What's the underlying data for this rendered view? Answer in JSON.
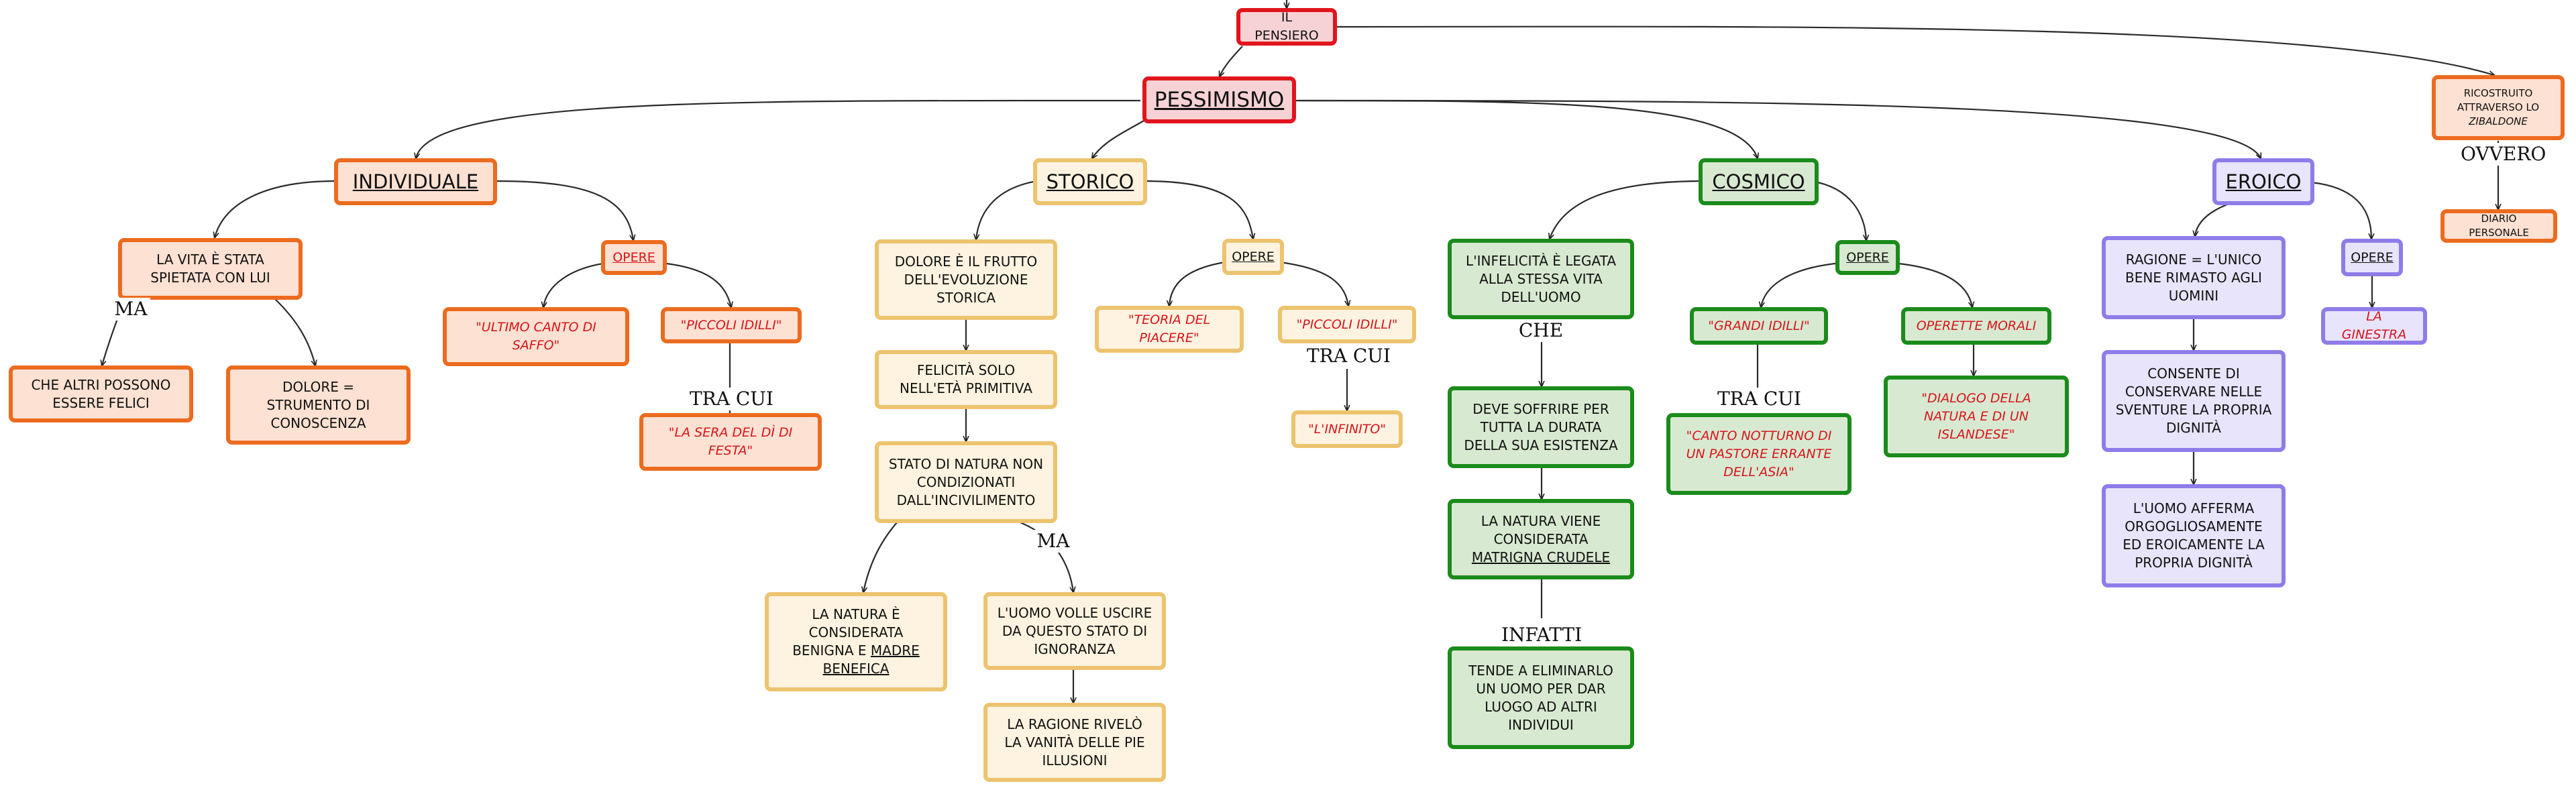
{
  "diagram": {
    "nodes": {
      "pensiero": {
        "text": "IL PENSIERO"
      },
      "pessimismo": {
        "text": "PESSIMISMO"
      },
      "ricostruito": {
        "line1": "RICOSTRUITO",
        "line2": "ATTRAVERSO LO",
        "line3": "ZIBALDONE"
      },
      "diario": {
        "text": "DIARIO PERSONALE"
      },
      "individuale": {
        "text": "INDIVIDUALE"
      },
      "storico": {
        "text": "STORICO"
      },
      "cosmico": {
        "text": "COSMICO"
      },
      "eroico": {
        "text": "EROICO"
      },
      "vita_spietata": {
        "text": "LA VITA È STATA SPIETATA CON LUI"
      },
      "opere_ind": {
        "text": "OPERE"
      },
      "altri_felici": {
        "text": "CHE ALTRI POSSONO ESSERE FELICI"
      },
      "dolore_strumento": {
        "text": "DOLORE = STRUMENTO DI CONOSCENZA"
      },
      "saffo": {
        "text": "\"ULTIMO CANTO DI SAFFO\""
      },
      "piccoli_ind": {
        "text": "\"PICCOLI IDILLI\""
      },
      "sera": {
        "text": "\"LA SERA DEL DÌ DI FESTA\""
      },
      "dolore_frutto": {
        "text": "DOLORE È IL FRUTTO DELL'EVOLUZIONE STORICA"
      },
      "felicita": {
        "text": "FELICITÀ SOLO NELL'ETÀ PRIMITIVA"
      },
      "stato_natura": {
        "text": "STATO DI NATURA NON CONDIZIONATI DALL'INCIVILIMENTO"
      },
      "natura_benigna": {
        "pre": "LA NATURA È CONSIDERATA BENIGNA E ",
        "u": "MADRE BENEFICA"
      },
      "uomo_uscire": {
        "text": "L'UOMO VOLLE USCIRE DA QUESTO STATO DI IGNORANZA"
      },
      "ragione_rivelo": {
        "text": "LA RAGIONE RIVELÒ LA VANITÀ DELLE PIE ILLUSIONI"
      },
      "opere_sto": {
        "text": "OPERE"
      },
      "teoria": {
        "text": "\"TEORIA DEL PIACERE\""
      },
      "piccoli_sto": {
        "text": "\"PICCOLI IDILLI\""
      },
      "infinito": {
        "text": "\"L'INFINITO\""
      },
      "infelicita": {
        "text": "L'INFELICITÀ È LEGATA ALLA STESSA VITA DELL'UOMO"
      },
      "soffrire": {
        "text": "DEVE SOFFRIRE PER TUTTA LA DURATA DELLA SUA ESISTENZA"
      },
      "natura_matrigna": {
        "pre": "LA NATURA VIENE CONSIDERATA ",
        "u": "MATRIGNA CRUDELE"
      },
      "eliminarlo": {
        "text": "TENDE A ELIMINARLO UN UOMO PER DAR LUOGO AD ALTRI INDIVIDUI"
      },
      "opere_cos": {
        "text": "OPERE"
      },
      "grandi_idilli": {
        "text": "\"GRANDI IDILLI\""
      },
      "operette": {
        "text": "OPERETTE MORALI"
      },
      "canto_notturno": {
        "text": "\"CANTO NOTTURNO DI UN PASTORE ERRANTE DELL'ASIA\""
      },
      "dialogo": {
        "text": "\"DIALOGO DELLA NATURA E DI UN ISLANDESE\""
      },
      "ragione_unico": {
        "text": "RAGIONE = L'UNICO BENE RIMASTO AGLI UOMINI"
      },
      "opere_ero": {
        "text": "OPERE"
      },
      "ginestra": {
        "text": "LA GINESTRA"
      },
      "consente": {
        "text": "CONSENTE DI CONSERVARE NELLE SVENTURE LA PROPRIA DIGNITÀ"
      },
      "uomo_afferma": {
        "text": "L'UOMO AFFERMA ORGOGLIOSAMENTE ED EROICAMENTE LA PROPRIA DIGNITÀ"
      }
    },
    "labels": {
      "ma1": "MA",
      "tracui1": "TRA CUI",
      "ma2": "MA",
      "tracui2": "TRA CUI",
      "che": "CHE",
      "infatti": "INFATTI",
      "tracui3": "TRA CUI",
      "ovvero": "OVVERO"
    },
    "colors": {
      "red": "#e0151d",
      "orange": "#ec6b1f",
      "yellow": "#ecc36e",
      "green": "#1b8b1b",
      "purple": "#8f7ce8"
    }
  }
}
